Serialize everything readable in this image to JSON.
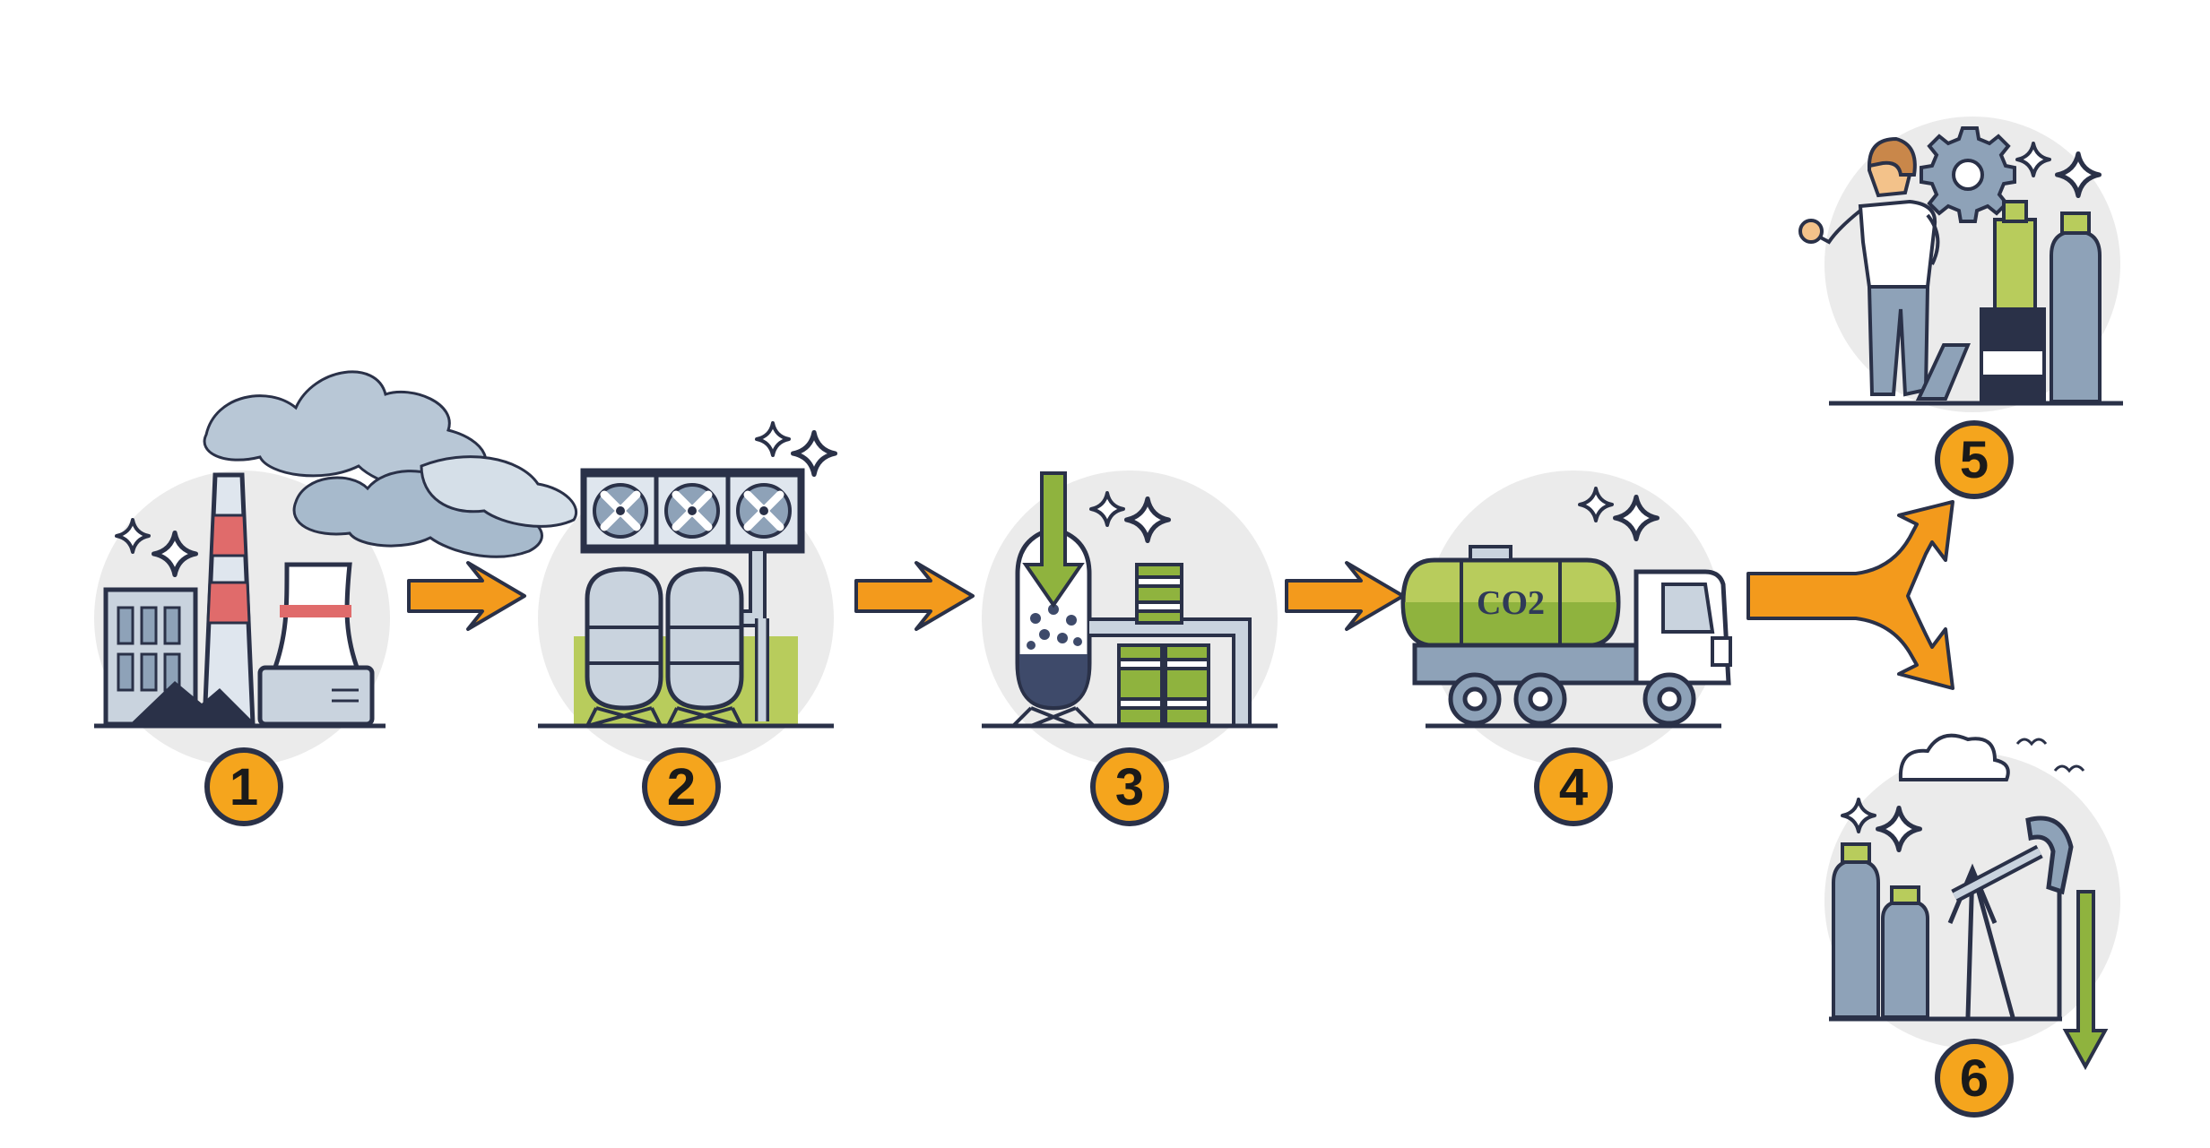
{
  "steps": [
    {
      "number": "1",
      "icon": "power-plant-icon"
    },
    {
      "number": "2",
      "icon": "capture-filter-icon"
    },
    {
      "number": "3",
      "icon": "compression-storage-icon"
    },
    {
      "number": "4",
      "icon": "co2-tanker-truck-icon"
    },
    {
      "number": "5",
      "icon": "industrial-use-icon"
    },
    {
      "number": "6",
      "icon": "underground-injection-icon"
    }
  ],
  "truck": {
    "tank_label": "CO2"
  },
  "colors": {
    "arrow": "#f39a1c",
    "badge": "#f5a51d",
    "outline": "#2a3148",
    "steel": "#8ea2b8",
    "steel_light": "#c9d3de",
    "green": "#8fb33e",
    "green_light": "#b8cc5c",
    "circle_bg": "#ebebeb",
    "smoke": "#b8c7d6",
    "red": "#e06b6b"
  }
}
